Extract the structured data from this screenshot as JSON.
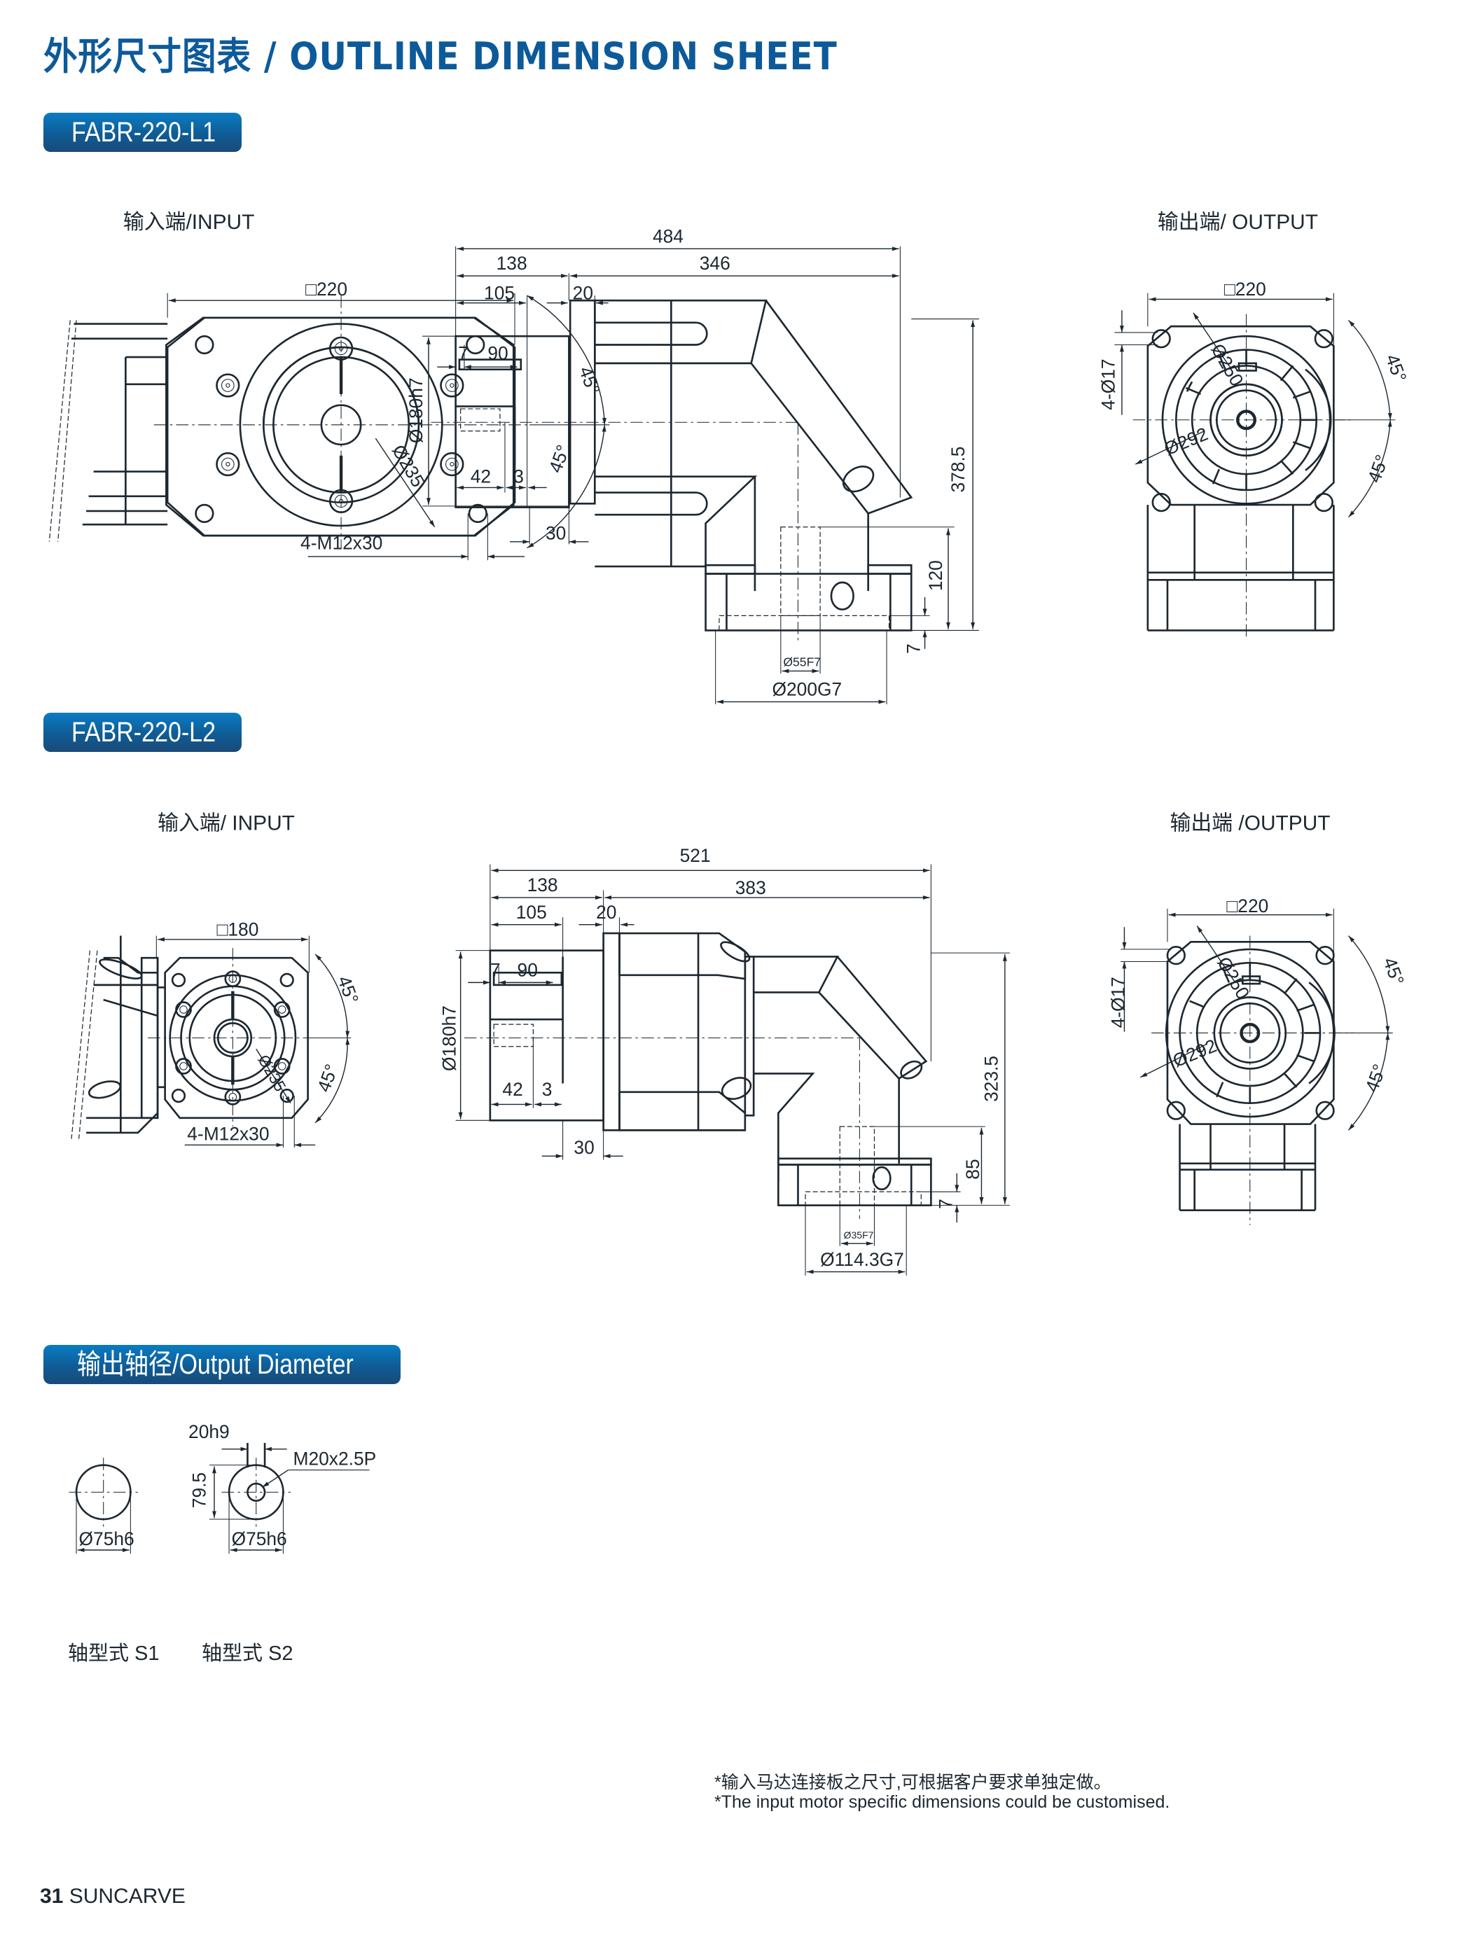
{
  "page": {
    "title": "外形尺寸图表 / OUTLINE DIMENSION SHEET",
    "accent_color": "#0d5a9a"
  },
  "sections": {
    "l1": {
      "badge": "FABR-220-L1",
      "input_view": {
        "label": "输入端/INPUT",
        "square": "□220",
        "pcd": "Ø235",
        "angle_top": "45°",
        "angle_bottom": "45°",
        "thread": "4-M12x30"
      },
      "side_view": {
        "total_length": "484",
        "input_length": "138",
        "output_length": "346",
        "flange_depth": "105",
        "flange_step": "20",
        "shaft_offset": "7",
        "shaft_length": "90",
        "spigot_dia": "Ø180h7",
        "dim_42": "42",
        "dim_3": "3",
        "dim_30": "30",
        "height": "378.5",
        "output_height": "120",
        "output_step": "7",
        "bore": "Ø55F7",
        "pilot": "Ø200G7"
      },
      "output_view": {
        "label": "输出端/ OUTPUT",
        "square": "□220",
        "holes": "4-Ø17",
        "inner_dia": "Ø250",
        "outer_dia": "Ø292",
        "angle_top": "45°",
        "angle_bottom": "45°"
      }
    },
    "l2": {
      "badge": "FABR-220-L2",
      "input_view": {
        "label": "输入端/ INPUT",
        "square": "□180",
        "pcd": "Ø235",
        "angle_top": "45°",
        "angle_bottom": "45°",
        "thread": "4-M12x30"
      },
      "side_view": {
        "total_length": "521",
        "input_length": "138",
        "output_length": "383",
        "flange_depth": "105",
        "flange_step": "20",
        "shaft_offset": "7",
        "shaft_length": "90",
        "spigot_dia": "Ø180h7",
        "dim_42": "42",
        "dim_3": "3",
        "dim_30": "30",
        "height": "323.5",
        "output_height": "85",
        "output_step": "7",
        "bore": "Ø35F7",
        "pilot": "Ø114.3G7"
      },
      "output_view": {
        "label": "输出端 /OUTPUT",
        "square": "□220",
        "holes": "4-Ø17",
        "inner_dia": "Ø250",
        "outer_dia": "Ø292",
        "angle_top": "45°",
        "angle_bottom": "45°"
      }
    },
    "output_diameter": {
      "badge": "输出轴径/Output Diameter",
      "s1": {
        "dia": "Ø75h6",
        "label": "轴型式 S1"
      },
      "s2": {
        "dia": "Ø75h6",
        "key_width": "20h9",
        "key_height": "79.5",
        "thread": "M20x2.5P",
        "label": "轴型式 S2"
      }
    }
  },
  "notes": {
    "cn": "*输入马达连接板之尺寸,可根据客户要求单独定做。",
    "en": "*The input motor specific dimensions could be customised."
  },
  "footer": {
    "page_number": "31",
    "brand": "SUNCARVE"
  }
}
